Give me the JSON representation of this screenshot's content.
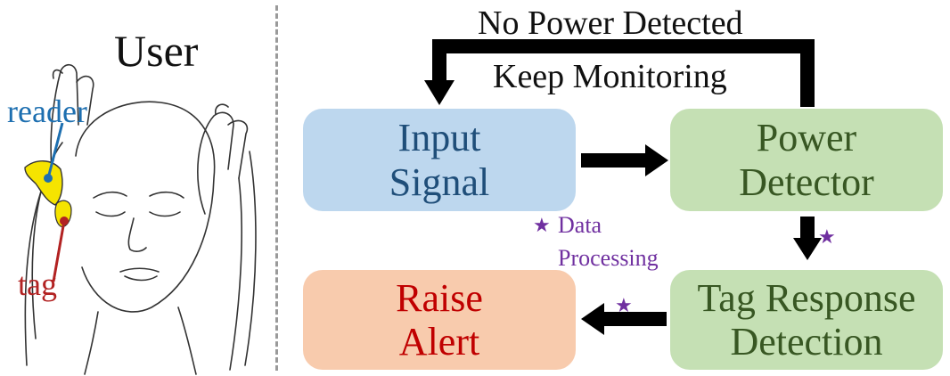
{
  "user_panel": {
    "title": "User",
    "reader_label": "reader",
    "tag_label": "tag",
    "colors": {
      "reader": "#1d6fb0",
      "tag": "#b22222",
      "band": "#f5e400"
    }
  },
  "loop": {
    "top_label": "No Power Detected",
    "inner_label": "Keep Monitoring"
  },
  "boxes": {
    "input": {
      "line1": "Input",
      "line2": "Signal",
      "fill": "#bdd7ee",
      "text_color": "#1f4e79"
    },
    "power": {
      "line1": "Power",
      "line2": "Detector",
      "fill": "#c5e0b4",
      "text_color": "#385723"
    },
    "tag_response": {
      "line1": "Tag Response",
      "line2": "Detection",
      "fill": "#c5e0b4",
      "text_color": "#385723"
    },
    "alert": {
      "line1": "Raise",
      "line2": "Alert",
      "fill": "#f8cbad",
      "text_color": "#c00000"
    }
  },
  "annotations": {
    "star": "★",
    "data_processing_line1": "Data",
    "data_processing_line2": "Processing",
    "star_color": "#7030a0"
  }
}
